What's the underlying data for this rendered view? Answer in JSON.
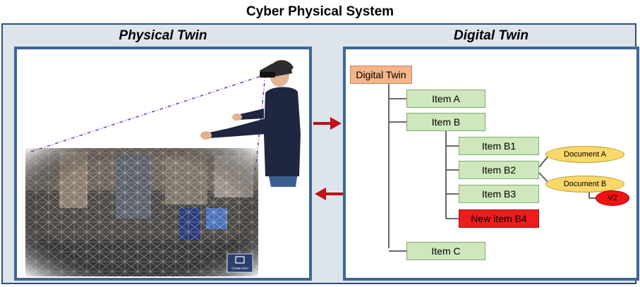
{
  "title": "Cyber Physical System",
  "physical": {
    "title": "Physical Twin",
    "badge_text": "Create Item"
  },
  "digital": {
    "title": "Digital Twin",
    "root": "Digital Twin",
    "items": {
      "a": "Item A",
      "b": "Item B",
      "b1": "Item B1",
      "b2": "Item B2",
      "b3": "Item B3",
      "b4": "New item B4",
      "c": "Item C"
    },
    "documents": {
      "a": "Document A",
      "b": "Document B",
      "version": "V2"
    }
  },
  "colors": {
    "frame": "#2f4e7a",
    "panel_border": "#3d6796",
    "arrow": "#c0101a",
    "root_fill": "#f5b48a",
    "item_fill": "#cfe7bd",
    "new_item_fill": "#ee1c1c",
    "doc_fill": "#fbd86a"
  }
}
